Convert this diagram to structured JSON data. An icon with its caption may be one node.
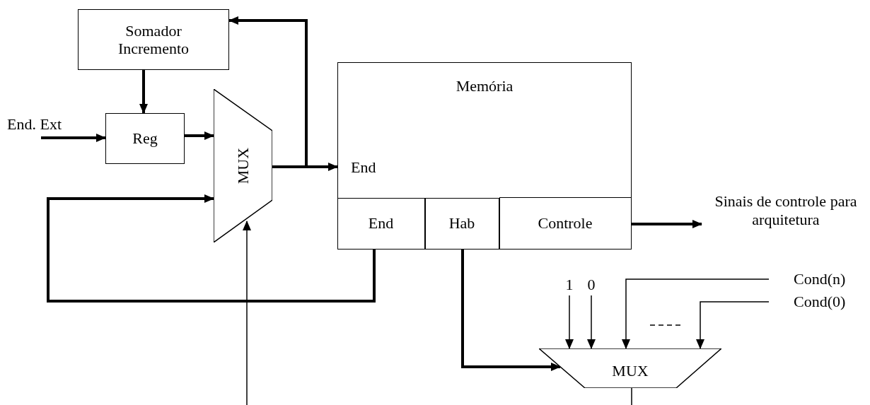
{
  "diagram": {
    "nodes": [
      {
        "text": [
          "Somador Incremento"
        ]
      },
      {
        "text": [
          "Reg"
        ]
      },
      {
        "text": [
          "MUX"
        ]
      },
      {
        "text": [
          "Memória",
          "End"
        ]
      },
      {
        "text": [
          "End"
        ],
        "in": 3
      },
      {
        "text": [
          "Hab"
        ],
        "in": 3
      },
      {
        "text": [
          "Controle"
        ],
        "in": 3
      },
      {
        "text": [
          "MUX"
        ]
      },
      {
        "text": [
          "Sinais de controle para arquitetura"
        ]
      },
      {
        "text": [
          "Cond(n)"
        ]
      },
      {
        "text": [
          "Cond(0)"
        ]
      },
      {
        "text": [
          "1"
        ]
      },
      {
        "text": [
          "0"
        ]
      }
    ],
    "edges": [
      {
        "from": 0,
        "to": 1,
        "arrow": "to"
      },
      {
        "from": null,
        "to": 1,
        "arrow": "to",
        "label": "End. Ext"
      },
      {
        "from": 1,
        "to": 2,
        "arrow": "to"
      },
      {
        "from": 2,
        "to": 3,
        "arrow": "to"
      },
      {
        "from": 2,
        "to": 0,
        "arrow": "to"
      },
      {
        "from": 4,
        "to": 2,
        "arrow": "to"
      },
      {
        "from": null,
        "to": 2,
        "arrow": "to"
      },
      {
        "from": 5,
        "to": 7,
        "arrow": "to"
      },
      {
        "from": 6,
        "to": 8,
        "arrow": "to"
      },
      {
        "from": 9,
        "to": 7,
        "arrow": "to"
      },
      {
        "from": 10,
        "to": 7,
        "arrow": "to"
      },
      {
        "from": 11,
        "to": 7,
        "arrow": "to"
      },
      {
        "from": 12,
        "to": 7,
        "arrow": "to"
      },
      {
        "from": 7,
        "to": null,
        "arrow": "none"
      }
    ]
  }
}
